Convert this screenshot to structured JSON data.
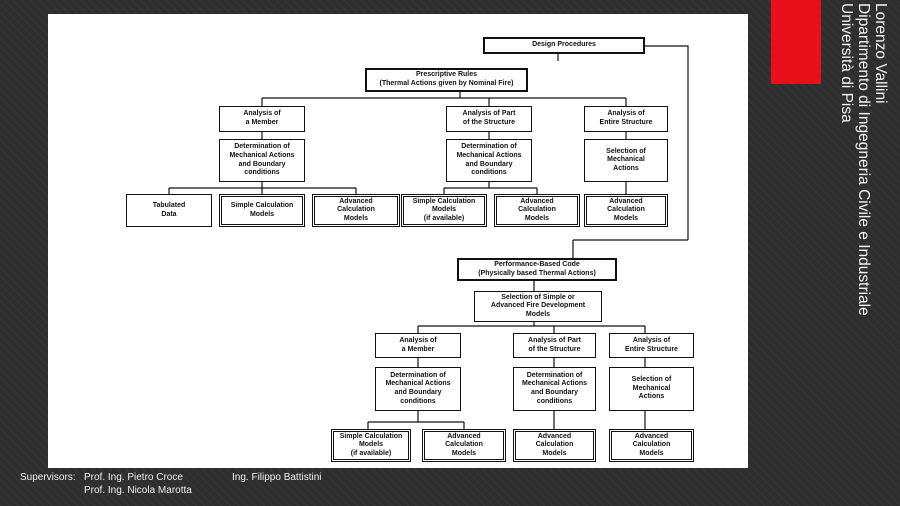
{
  "flowchart": {
    "design_procedures": "Design Procedures",
    "prescriptive_rules": "Prescriptive Rules\n(Thermal Actions given by Nominal Fire)",
    "prescriptive": {
      "analysis_member": "Analysis of\na Member",
      "analysis_part": "Analysis of Part\nof the Structure",
      "analysis_entire": "Analysis of\nEntire Structure",
      "determination_member": "Determination of\nMechanical Actions\nand Boundary\nconditions",
      "determination_part": "Determination of\nMechanical Actions\nand Boundary\nconditions",
      "selection_entire": "Selection of\nMechanical\nActions",
      "tabulated_data": "Tabulated\nData",
      "simple_calc_member": "Simple Calculation\nModels",
      "advanced_calc_member": "Advanced\nCalculation\nModels",
      "simple_calc_part": "Simple Calculation\nModels\n(if available)",
      "advanced_calc_part": "Advanced\nCalculation\nModels",
      "advanced_calc_entire": "Advanced\nCalculation\nModels"
    },
    "performance_code": "Performance-Based Code\n(Physically based Thermal Actions)",
    "selection_fire_models": "Selection of Simple or\nAdvanced Fire Development\nModels",
    "performance": {
      "analysis_member": "Analysis of\na Member",
      "analysis_part": "Analysis of Part\nof the Structure",
      "analysis_entire": "Analysis of\nEntire Structure",
      "determination_member": "Determination of\nMechanical Actions\nand Boundary\nconditions",
      "determination_part": "Determination of\nMechanical Actions\nand Boundary\nconditions",
      "selection_entire": "Selection of\nMechanical\nActions",
      "simple_calc_member": "Simple Calculation\nModels\n(if available)",
      "advanced_calc_member": "Advanced\nCalculation\nModels",
      "advanced_calc_part": "Advanced\nCalculation\nModels",
      "advanced_calc_entire": "Advanced\nCalculation\nModels"
    }
  },
  "author": {
    "name": "Lorenzo Vallini",
    "department": "Dipartimento di Ingegneria Civile e Industriale",
    "university": "Università di Pisa"
  },
  "supervisors": {
    "label": "Supervisors:",
    "line1": "Prof. Ing. Pietro Croce",
    "line1_second": "Ing. Filippo Battistini",
    "line2": "Prof. Ing. Nicola Marotta"
  },
  "colors": {
    "accent": "#e8111b",
    "background": "#2e2e2e",
    "panel": "#ffffff"
  }
}
